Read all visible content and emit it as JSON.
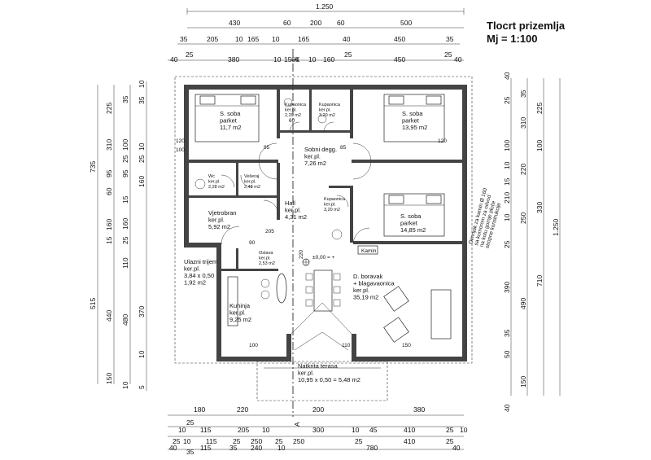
{
  "title": {
    "line1": "Tlocrt prizemlja",
    "line2": "Mj = 1:100"
  },
  "section_marker": "A",
  "rooms": [
    {
      "id": "bedroom_left",
      "name": "S. soba",
      "floor": "parket",
      "area": "11,7 m2"
    },
    {
      "id": "bath_left",
      "name": "Kupaonica",
      "floor": "ker.pl.",
      "area": "2,20 m2"
    },
    {
      "id": "bath_right",
      "name": "Kupaonica",
      "floor": "ker.pl.",
      "area": "3,20 m2"
    },
    {
      "id": "bedroom_right_top",
      "name": "S. soba",
      "floor": "parket",
      "area": "13,95 m2"
    },
    {
      "id": "hall_sleeping",
      "name": "Sobni degg.",
      "floor": "ker.pl.",
      "area": "7,26 m2"
    },
    {
      "id": "wc",
      "name": "Wc",
      "floor": "ker.pl.",
      "area": "2,28 m2"
    },
    {
      "id": "laundry",
      "name": "Vešeraj",
      "floor": "ker.pl.",
      "area": "2,48 m2"
    },
    {
      "id": "hall",
      "name": "Hall",
      "floor": "ker.pl.",
      "area": "4,31 m2"
    },
    {
      "id": "bath_mid",
      "name": "Kupaonica",
      "floor": "ker.pl.",
      "area": "3,20 m2"
    },
    {
      "id": "bedroom_right_mid",
      "name": "S. soba",
      "floor": "parket",
      "area": "14,85 m2"
    },
    {
      "id": "windbreak",
      "name": "Vjetrobran",
      "floor": "ker.pl.",
      "area": "5,92 m2"
    },
    {
      "id": "pantry",
      "name": "Ostava",
      "floor": "ker.pl.",
      "area": "2,53 m2"
    },
    {
      "id": "entrance",
      "name": "Ulazni trijem",
      "floor": "ker.pl.",
      "area": "3,84 x 0,50\n1,92 m2"
    },
    {
      "id": "kitchen",
      "name": "Kuhinja",
      "floor": "ker.pl.",
      "area": "9,25 m2"
    },
    {
      "id": "living",
      "name": "D. boravak\n+ blagavaonica",
      "floor": "ker.pl.",
      "area": "35,19 m2"
    },
    {
      "id": "terrace",
      "name": "Natkrita terasa",
      "floor": "ker.pl.",
      "area": "10,95 x 0,50 = 5,48 m2"
    }
  ],
  "labels": {
    "fireplace": "Kamin",
    "level": "±0,00 = +",
    "note": "Dimnjak za kamin Ø 160\nsa komorom za odvod\nna kotu gornje ploče\nstropne konstrukcije"
  },
  "dims_top": {
    "row1": [
      "1.250"
    ],
    "row2": [
      "430",
      "60",
      "200",
      "60",
      "500"
    ],
    "row3": [
      "35",
      "205",
      "10",
      "165",
      "10",
      "165",
      "40",
      "450",
      "35"
    ],
    "row4": [
      "40",
      "25",
      "380",
      "10",
      "15",
      "65",
      "10",
      "160",
      "25",
      "450",
      "25",
      "40"
    ]
  },
  "dims_bottom": {
    "row1": [
      "180",
      "220",
      "200",
      "380"
    ],
    "row2": [
      "10",
      "25",
      "115",
      "205",
      "10",
      "300",
      "10",
      "45",
      "410",
      "25",
      "10"
    ],
    "row3": [
      "25",
      "10",
      "115",
      "25",
      "250",
      "25",
      "250",
      "25",
      "410",
      "25"
    ],
    "row4": [
      "35"
    ],
    "row5": [
      "40",
      "115",
      "35",
      "240",
      "10",
      "780",
      "40"
    ]
  },
  "dims_left": {
    "outer": [
      "735",
      "515"
    ],
    "col2": [
      "225",
      "310",
      "95",
      "100",
      "160",
      "480",
      "440",
      "150"
    ],
    "col3": [
      "35",
      "100",
      "25",
      "95",
      "15",
      "60",
      "15",
      "160",
      "25",
      "110",
      "370",
      "10"
    ],
    "col4": [
      "10",
      "35",
      "10",
      "25",
      "160",
      "10",
      "5"
    ]
  },
  "dims_right": {
    "outer": [
      "1.250"
    ],
    "col2": [
      "225",
      "100",
      "220",
      "330",
      "710",
      "490",
      "150"
    ],
    "col3": [
      "35",
      "310",
      "100",
      "210",
      "250",
      "390",
      "50"
    ],
    "col4": [
      "40",
      "25",
      "10",
      "15",
      "10",
      "25",
      "35",
      "40"
    ]
  },
  "inner_marks": [
    "120",
    "100",
    "95",
    "85",
    "60",
    "205",
    "220",
    "90",
    "100",
    "150",
    "110"
  ]
}
